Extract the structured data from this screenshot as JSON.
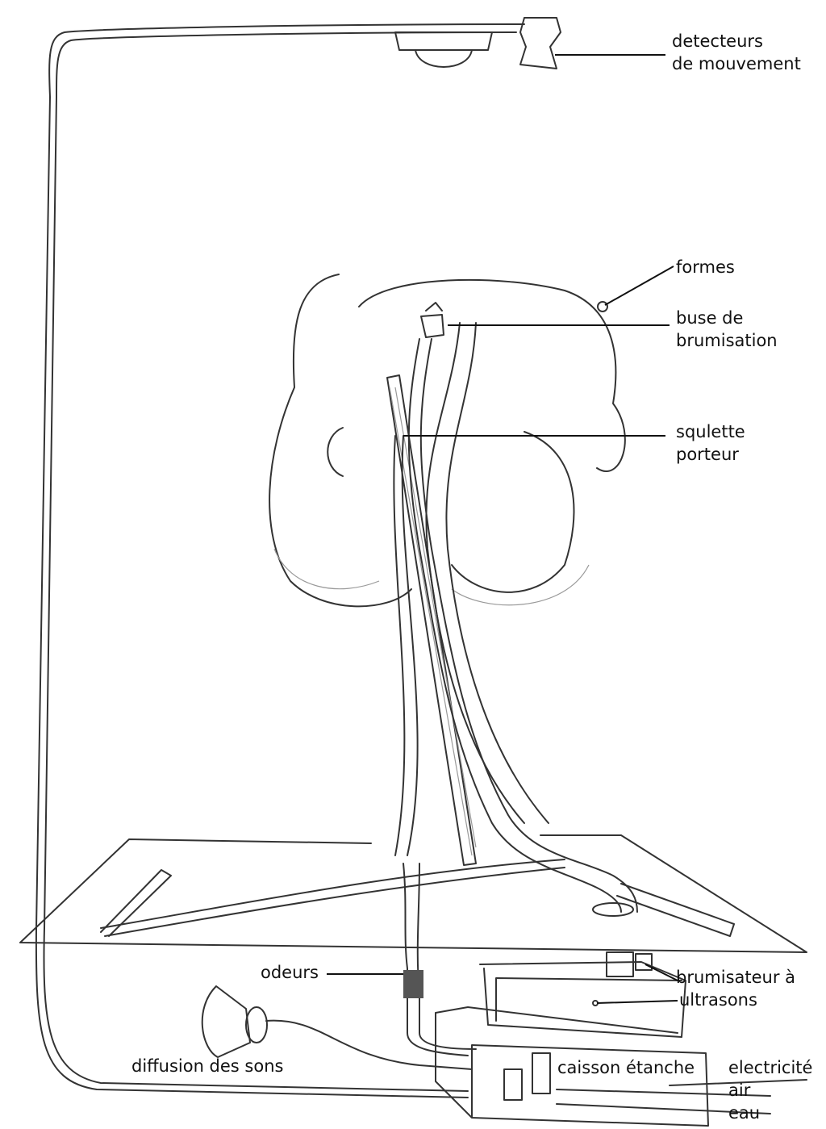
{
  "title": "Schéma d'installation - arbre brumisateur",
  "labels": {
    "detecteurs": "detecteurs",
    "detecteurs2": "de mouvement",
    "formes": "formes",
    "buse": "buse de",
    "buse2": "brumisation",
    "squelette": "squlette",
    "squelette2": "porteur",
    "odeurs": "odeurs",
    "brumisateur": "brumisateur à",
    "brumisateur2": "ultrasons",
    "diffusion": "diffusion des sons",
    "caisson": "caisson étanche",
    "electricite": "electricité",
    "air": "air",
    "eau": "eau"
  }
}
